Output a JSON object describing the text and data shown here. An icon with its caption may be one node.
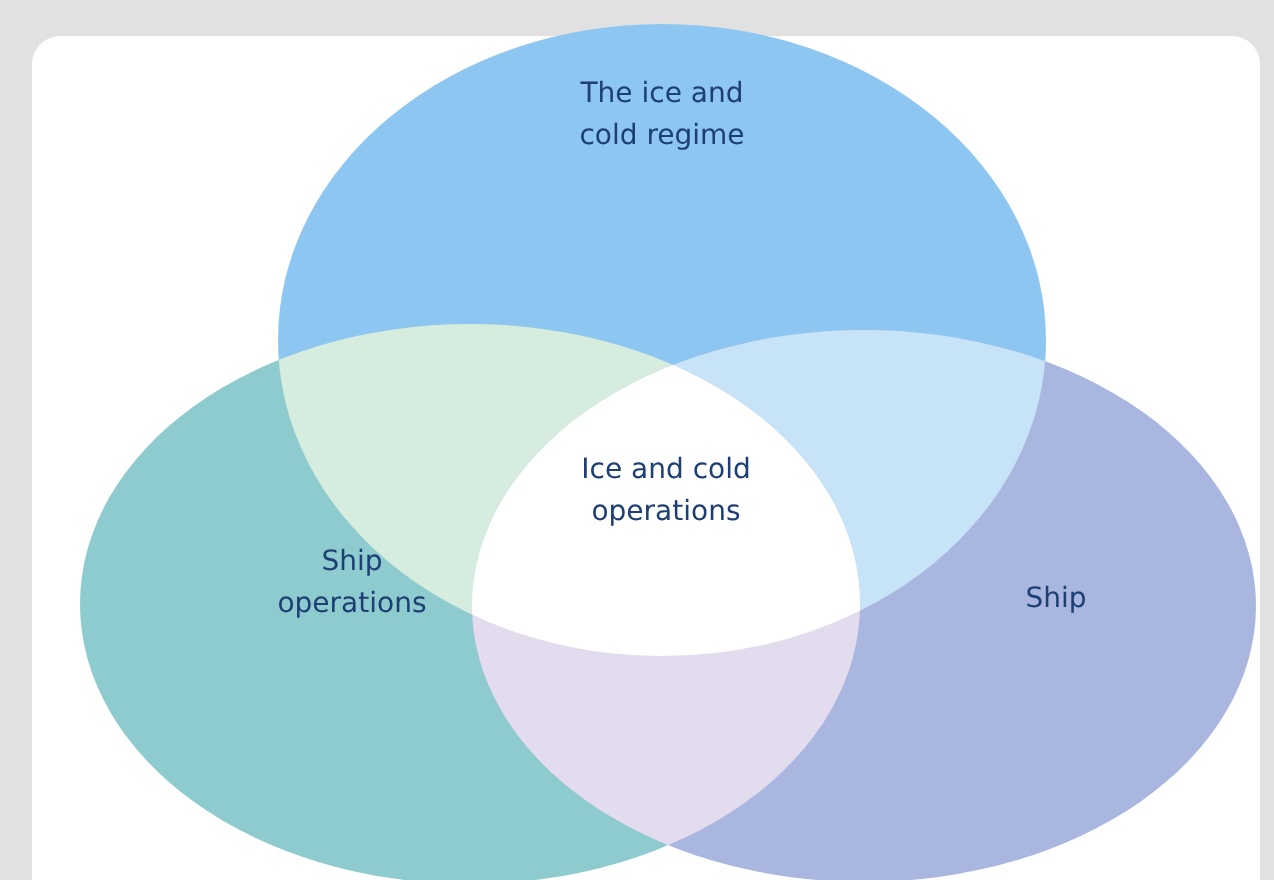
{
  "diagram": {
    "nodes": [
      {
        "text": [
          "The ice and cold regime"
        ]
      },
      {
        "text": [
          "Ship operations"
        ]
      },
      {
        "text": [
          "Ship"
        ]
      },
      {
        "text": [
          "Ice and cold operations"
        ]
      }
    ]
  }
}
